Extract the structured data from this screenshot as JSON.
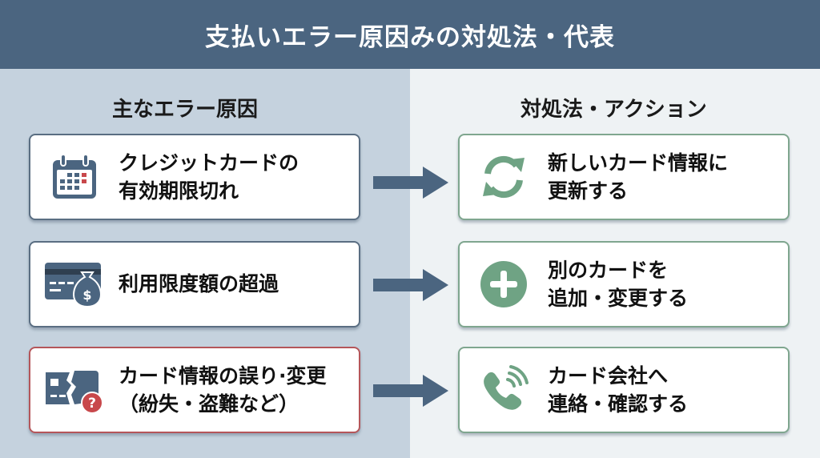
{
  "header": {
    "title": "支払いエラー原因みの対処法・代表"
  },
  "columns": {
    "causes_title": "主なエラー原因",
    "actions_title": "対処法・アクション"
  },
  "causes": [
    {
      "icon": "calendar-icon",
      "lines": [
        "クレジットカードの",
        "有効期限切れ"
      ]
    },
    {
      "icon": "credit-card-money-bag-icon",
      "lines": [
        "利用限度額の超過"
      ]
    },
    {
      "icon": "broken-card-question-icon",
      "lines": [
        "カード情報の誤り·変更",
        "（紛失・盗難など）"
      ]
    }
  ],
  "actions": [
    {
      "icon": "refresh-icon",
      "lines": [
        "新しいカード情報に",
        "更新する"
      ]
    },
    {
      "icon": "plus-circle-icon",
      "lines": [
        "別のカードを",
        "追加・変更する"
      ]
    },
    {
      "icon": "phone-call-icon",
      "lines": [
        "カード会社へ",
        "連絡・確認する"
      ]
    }
  ],
  "colors": {
    "header_bg": "#4b6580",
    "cause_icon": "#4b6580",
    "alert_red": "#c8484b",
    "action_green": "#6fa384"
  }
}
